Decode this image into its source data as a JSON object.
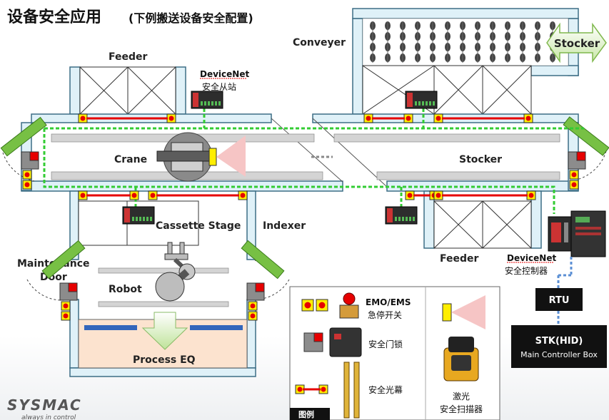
{
  "title": "设备安全应用",
  "subtitle": "(下例搬送设备安全配置)",
  "labels": {
    "feeder_top": "Feeder",
    "feeder_bottom": "Feeder",
    "conveyer": "Conveyer",
    "stocker_arrow": "Stocker",
    "stocker": "Stocker",
    "crane": "Crane",
    "cassette_stage": "Cassette Stage",
    "indexer": "Indexer",
    "maintenance_line1": "Maintenance",
    "maintenance_line2": "Door",
    "robot": "Robot",
    "process_eq": "Process EQ",
    "devicenet_slave_line1": "DeviceNet",
    "devicenet_slave_line2": "安全从站",
    "devicenet_ctrl_line1": "DeviceNet",
    "devicenet_ctrl_line2": "安全控制器",
    "rtu": "RTU",
    "stk_line1": "STK(HID)",
    "stk_line2": "Main Controller Box"
  },
  "legend": {
    "tag": "图例",
    "emo_line1": "EMO/EMS",
    "emo_line2": "急停开关",
    "door_lock": "安全门锁",
    "light_curtain": "安全光幕",
    "scanner_line1": "激光",
    "scanner_line2": "安全扫描器"
  },
  "logo": {
    "brand": "SYSMAC",
    "tagline": "always in control"
  },
  "colors": {
    "network": "#33cc33",
    "sensor_red": "#e60000",
    "sensor_yellow": "#ffee00",
    "frame_fill": "#dff1f8",
    "frame_stroke": "#3d6e86",
    "door_green": "#77c044",
    "fov_pink": "#f6c5c5",
    "rail_gray": "#d4d4d4",
    "box_black": "#111111"
  }
}
